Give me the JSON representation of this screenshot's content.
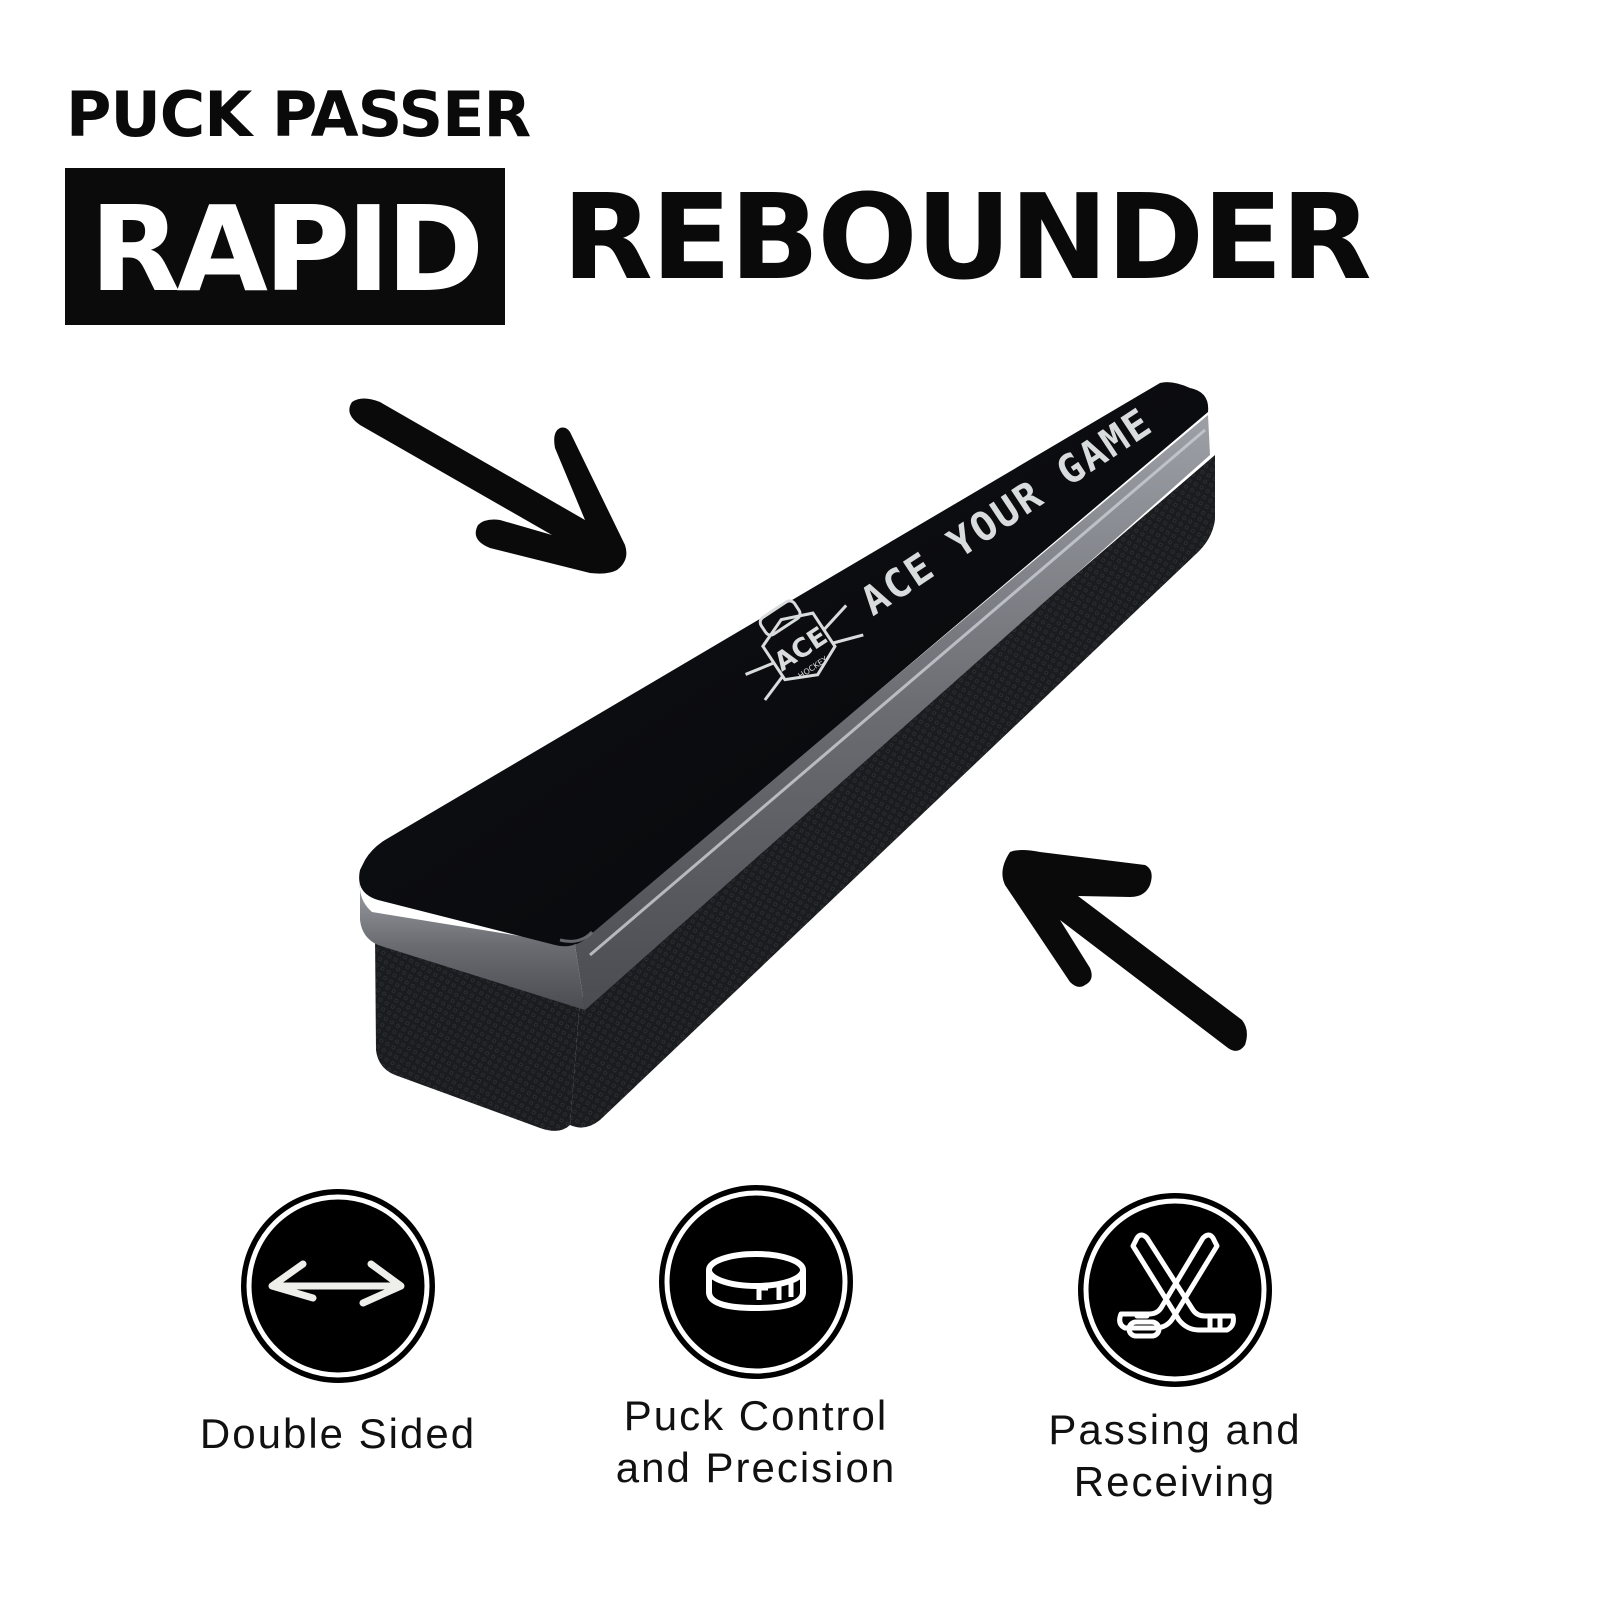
{
  "header": {
    "line1": "PUCK PASSER",
    "line2_highlight": "RAPID",
    "line2_rest": "REBOUNDER"
  },
  "product": {
    "name": "Rapid Rebounder puck passer",
    "imprint_text": "ACE YOUR GAME",
    "logo_text": "ACE",
    "logo_subtext": "HOCKEY",
    "colors": {
      "top_face": "#0c0d10",
      "rim": "#6e7076",
      "rim_highlight": "#b9bcc2",
      "side_texture": "#1c1d20",
      "imprint": "#d8dcdc"
    }
  },
  "arrows": [
    {
      "name": "arrow-down-right",
      "direction": "down-right"
    },
    {
      "name": "arrow-up-left",
      "direction": "up-left"
    }
  ],
  "features": [
    {
      "icon": "double-arrow-icon",
      "lines": [
        "Double Sided"
      ]
    },
    {
      "icon": "hockey-puck-icon",
      "lines": [
        "Puck Control",
        "and Precision"
      ]
    },
    {
      "icon": "crossed-hockey-sticks-icon",
      "lines": [
        "Passing and",
        "Receiving"
      ]
    }
  ],
  "colors": {
    "background": "#ffffff",
    "ink": "#0a0a0a",
    "badge_fill": "#000000",
    "badge_stroke": "#ffffff"
  }
}
